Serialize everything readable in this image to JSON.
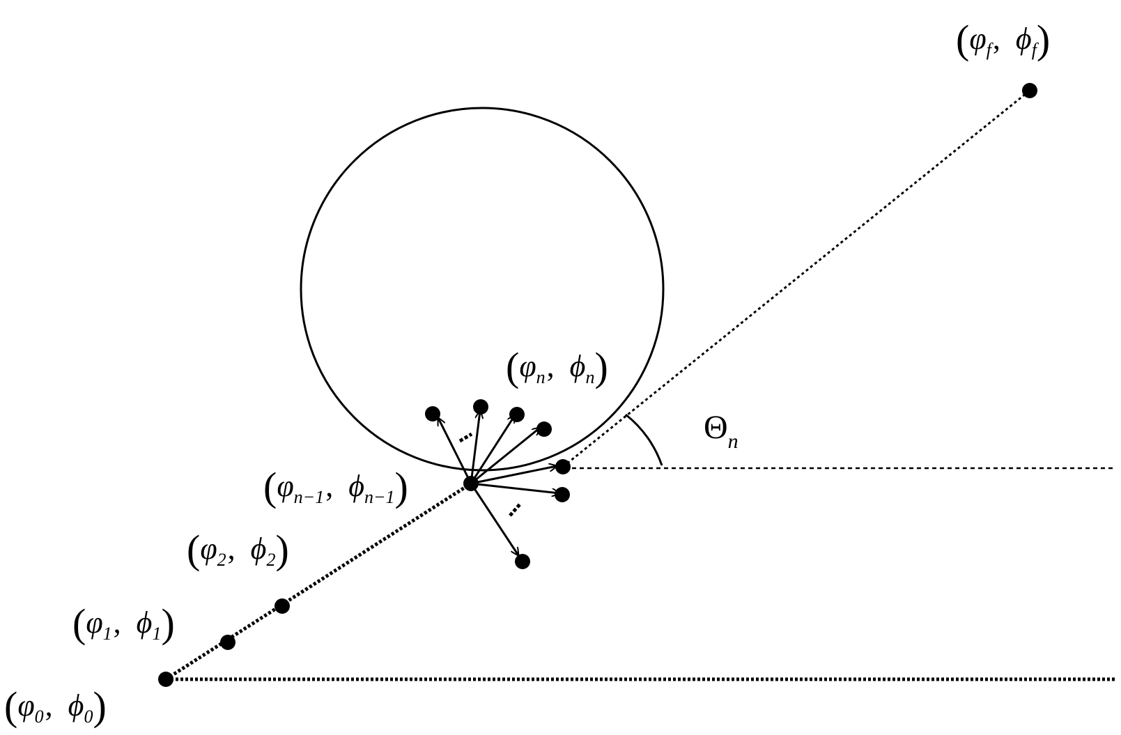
{
  "diagram": {
    "labels": {
      "p0": {
        "a": "φ",
        "a_sub": "0",
        "b": "ϕ",
        "b_sub": "0"
      },
      "p1": {
        "a": "φ",
        "a_sub": "1",
        "b": "ϕ",
        "b_sub": "1"
      },
      "p2": {
        "a": "φ",
        "a_sub": "2",
        "b": "ϕ",
        "b_sub": "2"
      },
      "pn1": {
        "a": "φ",
        "a_sub": "n−1",
        "b": "ϕ",
        "b_sub": "n−1"
      },
      "pn": {
        "a": "φ",
        "a_sub": "n",
        "b": "ϕ",
        "b_sub": "n"
      },
      "pf": {
        "a": "φ",
        "a_sub": "f",
        "b": "ϕ",
        "b_sub": "f"
      },
      "angle": {
        "symbol": "Θ",
        "sub": "n"
      }
    },
    "open_paren": "(",
    "close_paren": ")",
    "comma": ","
  }
}
